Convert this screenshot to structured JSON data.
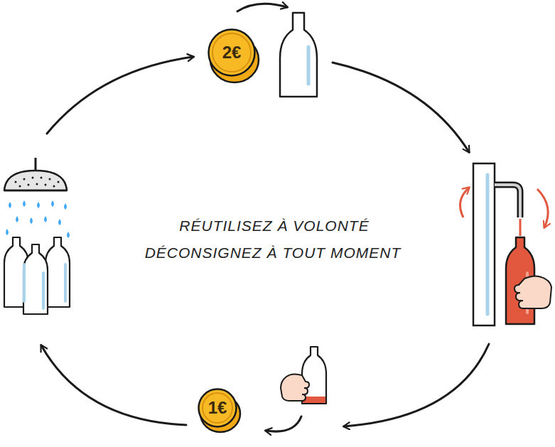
{
  "diagram": {
    "nodes": [
      {
        "text": [
          "2€"
        ]
      },
      {
        "text": [
          "1€"
        ]
      }
    ],
    "labels": [
      "RÉUTILISEZ À VOLONTÉ",
      "DÉCONSIGNEZ À TOUT MOMENT"
    ]
  }
}
